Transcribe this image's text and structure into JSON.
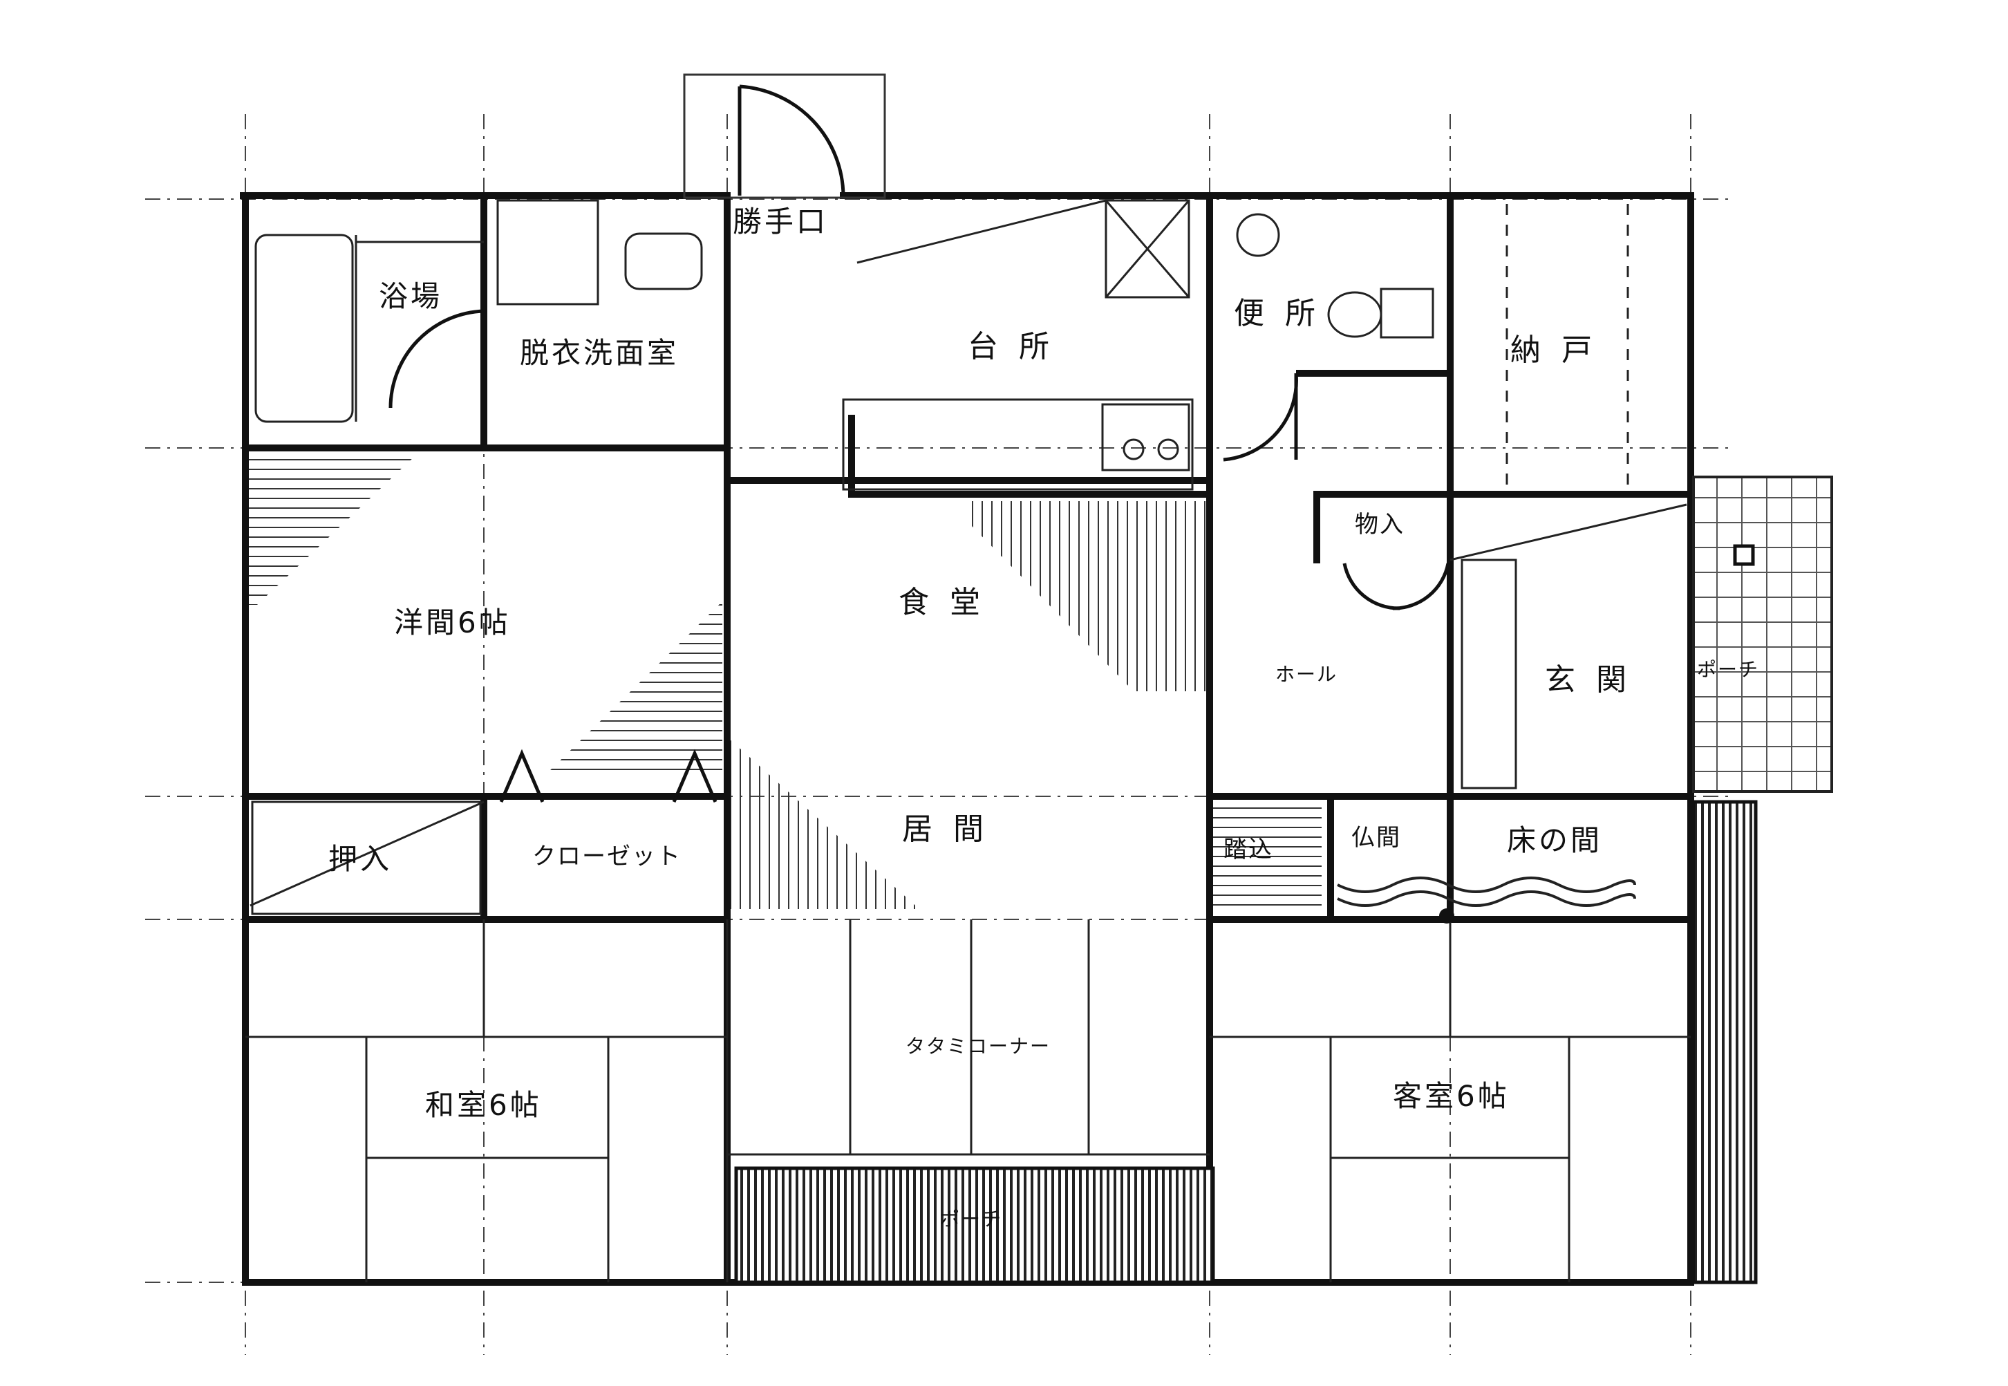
{
  "rooms": {
    "bath": "浴場",
    "dressing_wash": "脱衣洗面室",
    "service_door": "勝手口",
    "kitchen": "台 所",
    "toilet": "便 所",
    "storeroom": "納 戸",
    "storage_closet": "物入",
    "western_room": "洋間6帖",
    "dining": "食 堂",
    "hall": "ホール",
    "entrance": "玄 関",
    "porch": "ポーチ",
    "living": "居 間",
    "oshiire": "押入",
    "closet": "クローゼット",
    "step_in": "踏込",
    "butsuma": "仏間",
    "tokonoma": "床の間",
    "tatami_corner": "タタミコーナー",
    "japanese_room": "和室6帖",
    "guest_room": "客室6帖",
    "veranda": "ポーチ"
  }
}
